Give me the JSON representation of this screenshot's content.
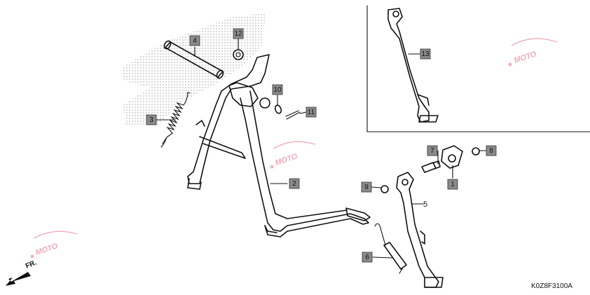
{
  "diagram": {
    "code": "K0Z8F3100A",
    "direction_label": "FR.",
    "callouts": [
      {
        "num": "1",
        "boxed": true
      },
      {
        "num": "2",
        "boxed": true
      },
      {
        "num": "3",
        "boxed": true
      },
      {
        "num": "4",
        "boxed": true
      },
      {
        "num": "5",
        "boxed": false
      },
      {
        "num": "6",
        "boxed": true
      },
      {
        "num": "7",
        "boxed": true
      },
      {
        "num": "8",
        "boxed": true
      },
      {
        "num": "9",
        "boxed": true
      },
      {
        "num": "10",
        "boxed": true
      },
      {
        "num": "11",
        "boxed": true
      },
      {
        "num": "12",
        "boxed": true
      },
      {
        "num": "13",
        "boxed": true
      }
    ],
    "watermark_text": "MOTO",
    "colors": {
      "tag_fill": "#8a8a8a",
      "line": "#111111",
      "watermark": "#e06a7c"
    }
  }
}
